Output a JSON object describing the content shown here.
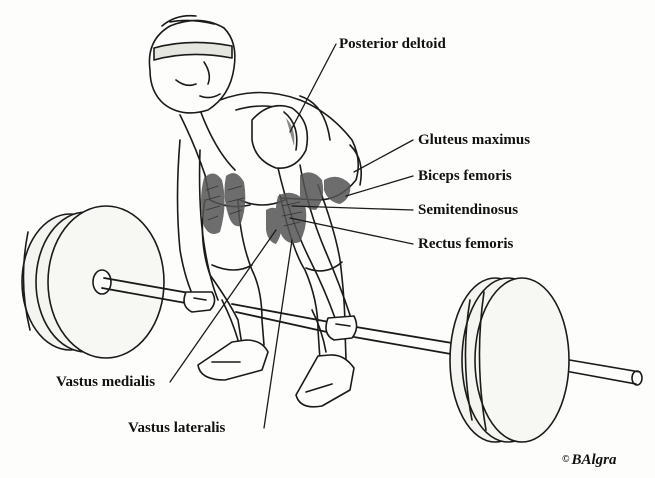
{
  "labels": {
    "posterior_deltoid": "Posterior deltoid",
    "gluteus_maximus": "Gluteus maximus",
    "biceps_femoris": "Biceps femoris",
    "semitendinosus": "Semitendinosus",
    "rectus_femoris": "Rectus femoris",
    "vastus_medialis": "Vastus medialis",
    "vastus_lateralis": "Vastus lateralis"
  },
  "credit": {
    "symbol": "©",
    "author": "BAlgra"
  },
  "colors": {
    "line": "#1a1a1a",
    "muscle_shading": "#555555",
    "plate": "#f4f4f0",
    "background": "#fdfdfb"
  }
}
